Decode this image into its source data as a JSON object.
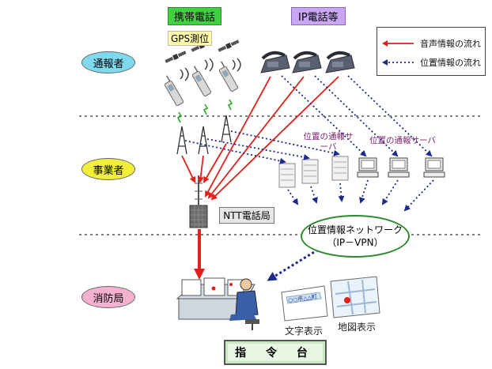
{
  "zones": {
    "caller": "通報者",
    "operator": "事業者",
    "fire_dept": "消防局"
  },
  "tags": {
    "mobile": "携帯電話",
    "ip_phone": "IP電話等",
    "gps": "GPS測位"
  },
  "legend": {
    "voice": "音声情報の流れ",
    "location": "位置情報の流れ"
  },
  "servers": {
    "left_label": "位置の通報サーバ",
    "right_label": "位置の通報サーバ"
  },
  "ntt": "NTT電話局",
  "network": {
    "line1": "位置情報ネットワーク",
    "line2": "（IP－VPN）"
  },
  "displays": {
    "text_display": "文字表示",
    "map_display": "地図表示",
    "text_screen": "○○市△△町"
  },
  "command_center": "指 令 台",
  "colors": {
    "voice_arrow": "#e0201a",
    "location_arrow": "#1c2a8c",
    "zone_ellipse": "#7fd9ee",
    "fire_ellipse": "#f4b2d0",
    "operator_ellipse": "#f2ef3a",
    "network_border": "#2e8b2e"
  }
}
